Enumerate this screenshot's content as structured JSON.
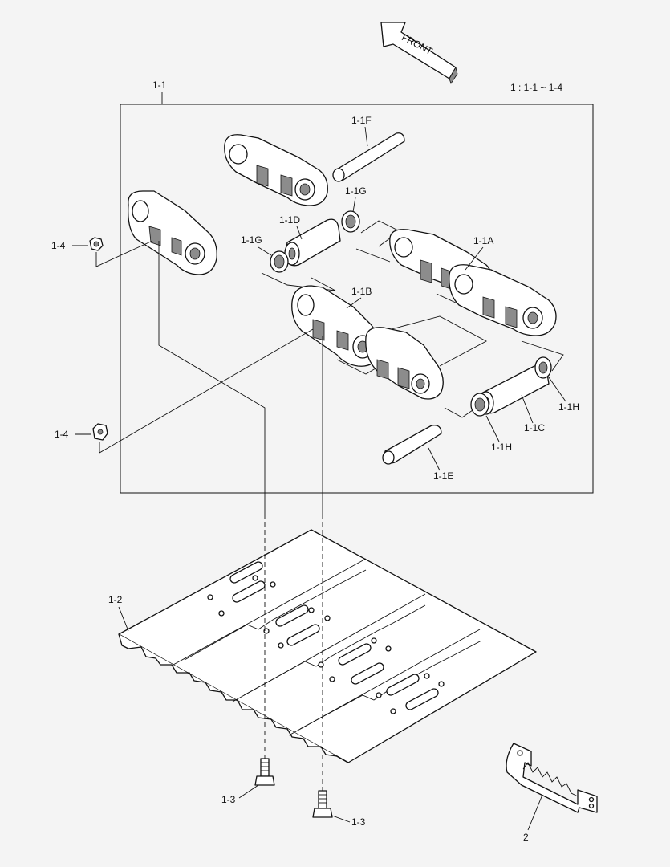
{
  "front_arrow": {
    "label": "FRONT"
  },
  "range_note": "1 : 1-1 ~ 1-4",
  "labels": {
    "assembly": "1-1",
    "link_a": "1-1A",
    "link_b": "1-1B",
    "bushing_c": "1-1C",
    "bushing_d": "1-1D",
    "pin_e": "1-1E",
    "pin_f": "1-1F",
    "seal_g_upper": "1-1G",
    "seal_g_lower": "1-1G",
    "seal_h_right": "1-1H",
    "seal_h_left": "1-1H",
    "shoe": "1-2",
    "bolt_left": "1-3",
    "bolt_right": "1-3",
    "nut_upper": "1-4",
    "nut_lower": "1-4",
    "guard": "2"
  }
}
